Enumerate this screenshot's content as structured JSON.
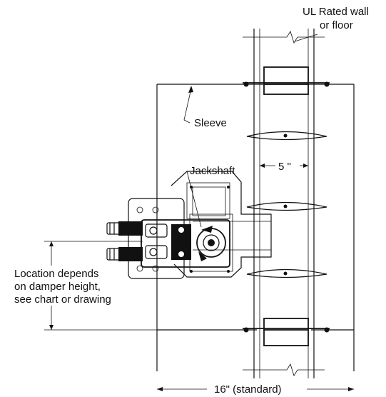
{
  "diagram": {
    "wall_label_line1": "UL Rated wall",
    "wall_label_line2": "or floor",
    "sleeve_label": "Sleeve",
    "jackshaft_label": "Jackshaft",
    "blade_spacing_label": "5 \"",
    "location_line1": "Location depends",
    "location_line2": "on damper height,",
    "location_line3": "see chart or drawing",
    "sleeve_length_label": "16\" (standard)"
  },
  "colors": {
    "line": "#111111",
    "background": "#ffffff"
  }
}
